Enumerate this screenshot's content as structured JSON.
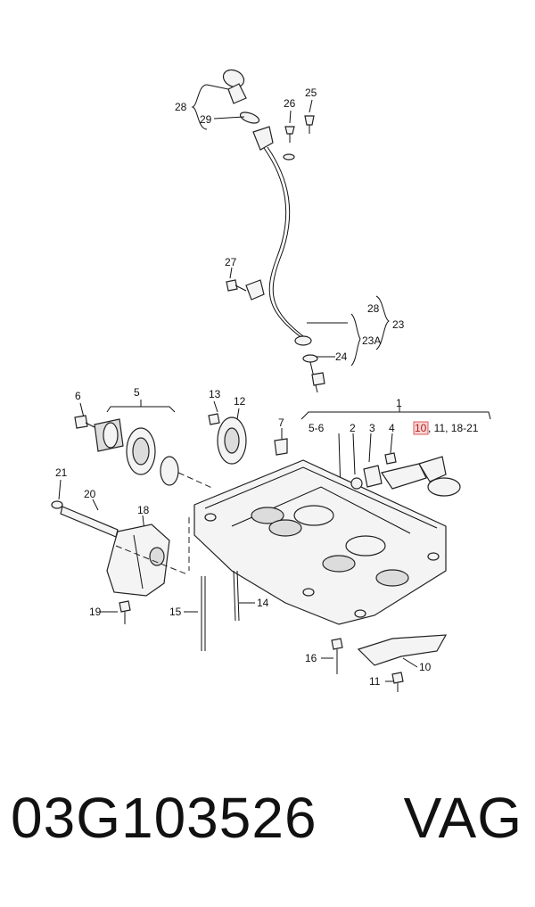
{
  "callouts": {
    "c1": "1",
    "c2": "2",
    "c3": "3",
    "c4": "4",
    "c5": "5",
    "c56": "5-6",
    "c6": "6",
    "c7": "7",
    "c10": "10",
    "c10b": "10",
    "c11a": ", 11, 18-21",
    "c11": "11",
    "c12": "12",
    "c13": "13",
    "c14": "14",
    "c15": "15",
    "c16": "16",
    "c18": "18",
    "c19": "19",
    "c20": "20",
    "c21": "21",
    "c23": "23",
    "c23a": "23A",
    "c24": "24",
    "c25": "25",
    "c26": "26",
    "c27": "27",
    "c28": "28",
    "c28b": "28",
    "c29": "29"
  },
  "highlight_color": "#e05a5a",
  "caption": {
    "part_number": "03G103526",
    "brand": "VAG"
  }
}
